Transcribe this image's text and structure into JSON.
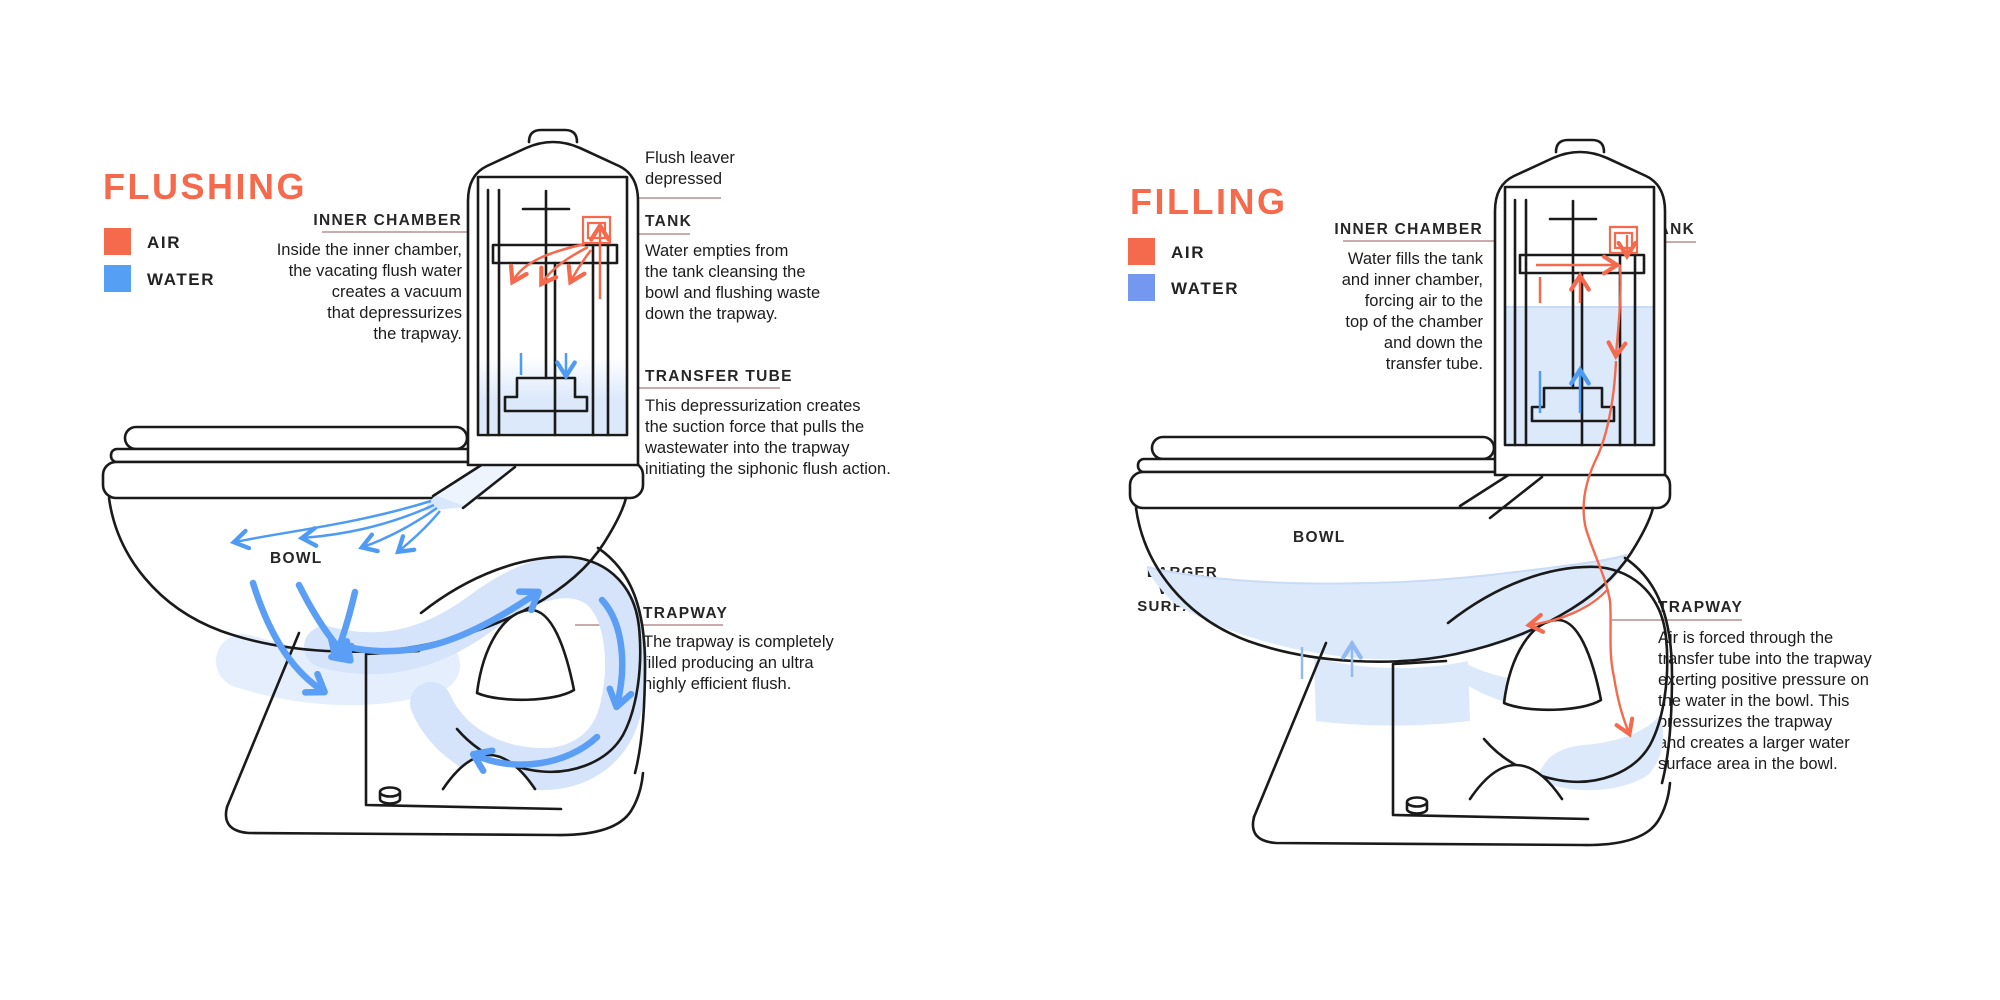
{
  "colors": {
    "air": "#F5694C",
    "water": "#55A0F5",
    "water_alt": "#7497EF",
    "leader": "#C9ABAB"
  },
  "left": {
    "title": "FLUSHING",
    "legend": {
      "air_label": "AIR",
      "water_label": "WATER"
    },
    "annotations": {
      "inner_chamber": {
        "label": "INNER CHAMBER",
        "text": "Inside the inner chamber,\nthe vacating flush water\ncreates a vacuum\nthat depressurizes\nthe trapway."
      },
      "flush_lever": {
        "text": "Flush leaver\ndepressed"
      },
      "tank": {
        "label": "TANK",
        "text": "Water empties from\nthe tank cleansing the\nbowl and flushing waste\ndown the trapway."
      },
      "transfer_tube": {
        "label": "TRANSFER TUBE",
        "text": "This depressurization creates\nthe suction force that pulls the\nwastewater into the trapway\ninitiating the siphonic flush action."
      },
      "trapway": {
        "label": "TRAPWAY",
        "text": "The trapway is completely\nfilled producing an ultra\nhighly efficient flush."
      },
      "bowl_label": "BOWL"
    }
  },
  "right": {
    "title": "FILLING",
    "legend": {
      "air_label": "AIR",
      "water_label": "WATER"
    },
    "annotations": {
      "inner_chamber": {
        "label": "INNER CHAMBER",
        "text": "Water fills the tank\nand inner chamber,\nforcing air to the\ntop of the chamber\nand down the\ntransfer tube."
      },
      "tank": {
        "label": "TANK"
      },
      "bowl_label": "BOWL",
      "larger_water_surface": "LARGER\nWATER\nSURFACE",
      "trapway": {
        "label": "TRAPWAY",
        "text": "Air is forced through the\ntransfer tube into the trapway\nexerting positive pressure on\nthe water in the bowl. This\npressurizes the trapway\nand creates a larger water\nsurface area in the bowl."
      }
    }
  }
}
